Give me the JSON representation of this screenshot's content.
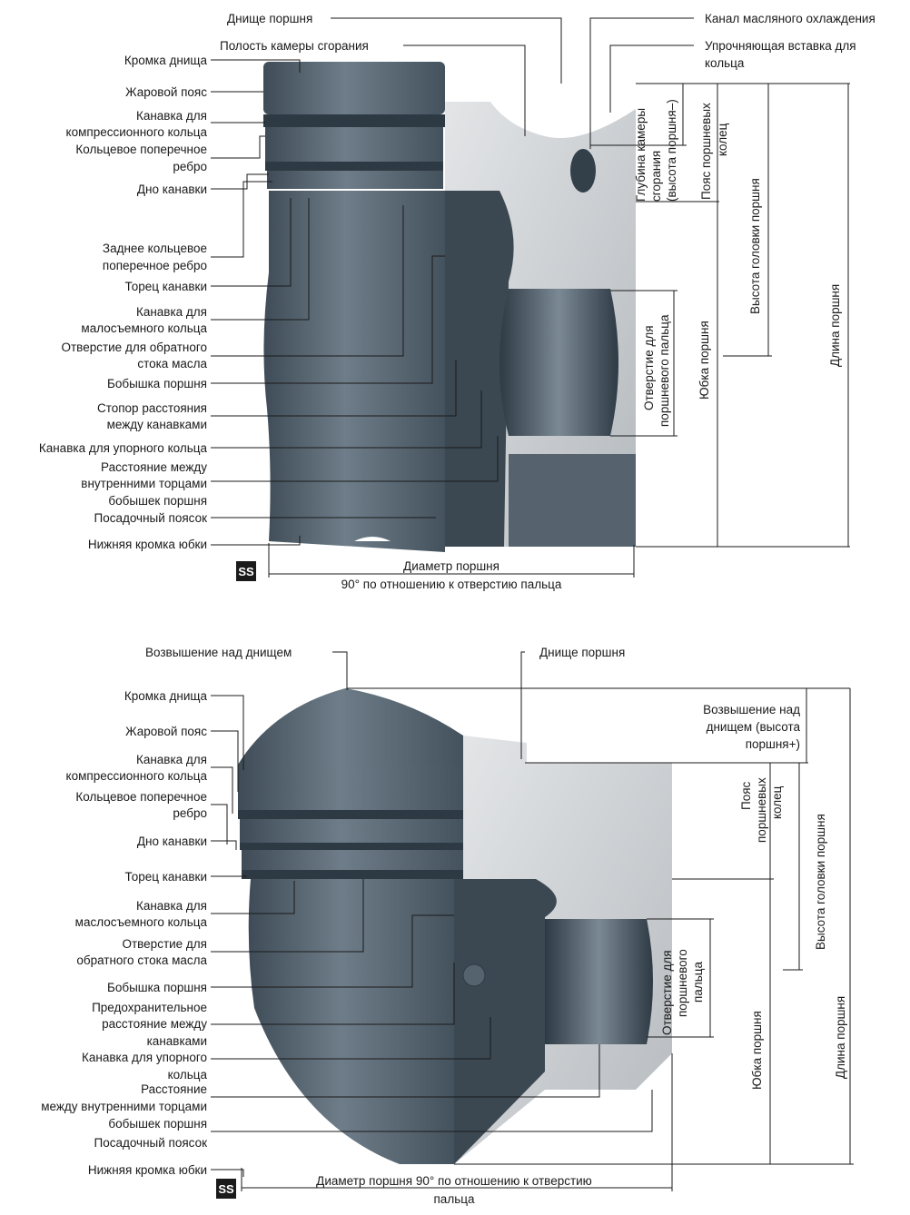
{
  "top": {
    "left_labels": [
      "Кромка днища",
      "Жаровой пояс",
      "Канавка для",
      "компрессионного кольца",
      "Кольцевое поперечное",
      "ребро",
      "Дно канавки",
      "Заднее кольцевое",
      "поперечное ребро",
      "Торец канавки",
      "Канавка для",
      "малосъемного кольца",
      "Отверстие для обратного",
      "стока масла",
      "Бобышка поршня",
      "Стопор расстояния",
      "между канавками",
      "Канавка для упорного кольца",
      "Расстояние между",
      "внутренними торцами",
      "бобышек поршня",
      "Посадочный поясок",
      "Нижняя кромка юбки"
    ],
    "top_labels": [
      "Днище поршня",
      "Полость камеры сгорания",
      "Канал масляного охлаждения",
      "Упрочняющая вставка для",
      "кольца"
    ],
    "vertical_labels": [
      "Глубина камеры",
      "сгорания",
      "(высота поршня–)",
      "Пояс поршневых",
      "колец",
      "Высота головки поршня",
      "Длина поршня",
      "Отверстие для",
      "поршневого пальца",
      "Юбка поршня"
    ],
    "bottom_labels": [
      "Диаметр поршня",
      "90° по отношению к отверстию пальца"
    ]
  },
  "bottom": {
    "left_labels": [
      "Возвышение над днищем",
      "Кромка днища",
      "Жаровой пояс",
      "Канавка для",
      "компрессионного кольца",
      "Кольцевое поперечное",
      "ребро",
      "Дно канавки",
      "Торец канавки",
      "Канавка для",
      "маслосъемного кольца",
      "Отверстие для",
      "обратного стока масла",
      "Бобышка поршня",
      "Предохранительное",
      "расстояние между",
      "канавками",
      "Канавка для упорного",
      "кольца",
      "Расстояние",
      "между внутренними торцами",
      "бобышек поршня",
      "Посадочный поясок",
      "Нижняя кромка юбки"
    ],
    "right_labels": [
      "Днище поршня",
      "Возвышение над",
      "днищем (высота",
      "поршня+)"
    ],
    "vertical_labels": [
      "Пояс",
      "поршневых",
      "колец",
      "Высота головки поршня",
      "Отверстие для",
      "поршневого",
      "пальца",
      "Юбка поршня",
      "Длина поршня"
    ],
    "bottom_labels": [
      "Диаметр поршня 90° по отношению к отверстию",
      "пальца"
    ]
  },
  "logo_text": "SS",
  "colors": {
    "metal_dark": "#4f5e6b",
    "metal_mid": "#6b7a86",
    "cut_face": "#c9cdd0",
    "background": "#ffffff"
  }
}
